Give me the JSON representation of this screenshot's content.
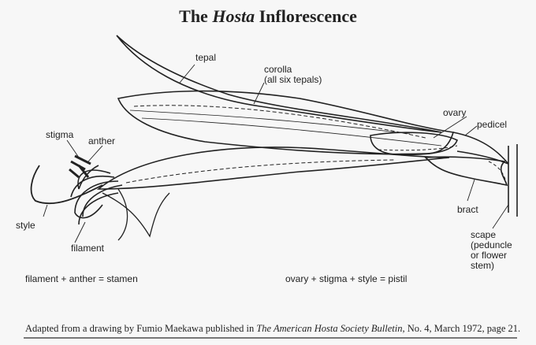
{
  "title": {
    "prefix": "The",
    "italic": "Hosta",
    "suffix": "Inflorescence"
  },
  "labels": {
    "tepal": "tepal",
    "corolla": "corolla",
    "corolla_note": "(all six tepals)",
    "ovary": "ovary",
    "pedicel": "pedicel",
    "stigma": "stigma",
    "anther": "anther",
    "style": "style",
    "filament": "filament",
    "bract": "bract",
    "scape_lines": [
      "scape",
      "(peduncle",
      "or flower",
      "stem)"
    ]
  },
  "equations": {
    "stamen": "filament + anther = stamen",
    "pistil": "ovary + stigma + style = pistil"
  },
  "credit": {
    "prefix": "Adapted from a drawing by Fumio Maekawa published in",
    "publication": "The American Hosta Society Bulletin,",
    "suffix": "No. 4, March 1972, page 21."
  }
}
